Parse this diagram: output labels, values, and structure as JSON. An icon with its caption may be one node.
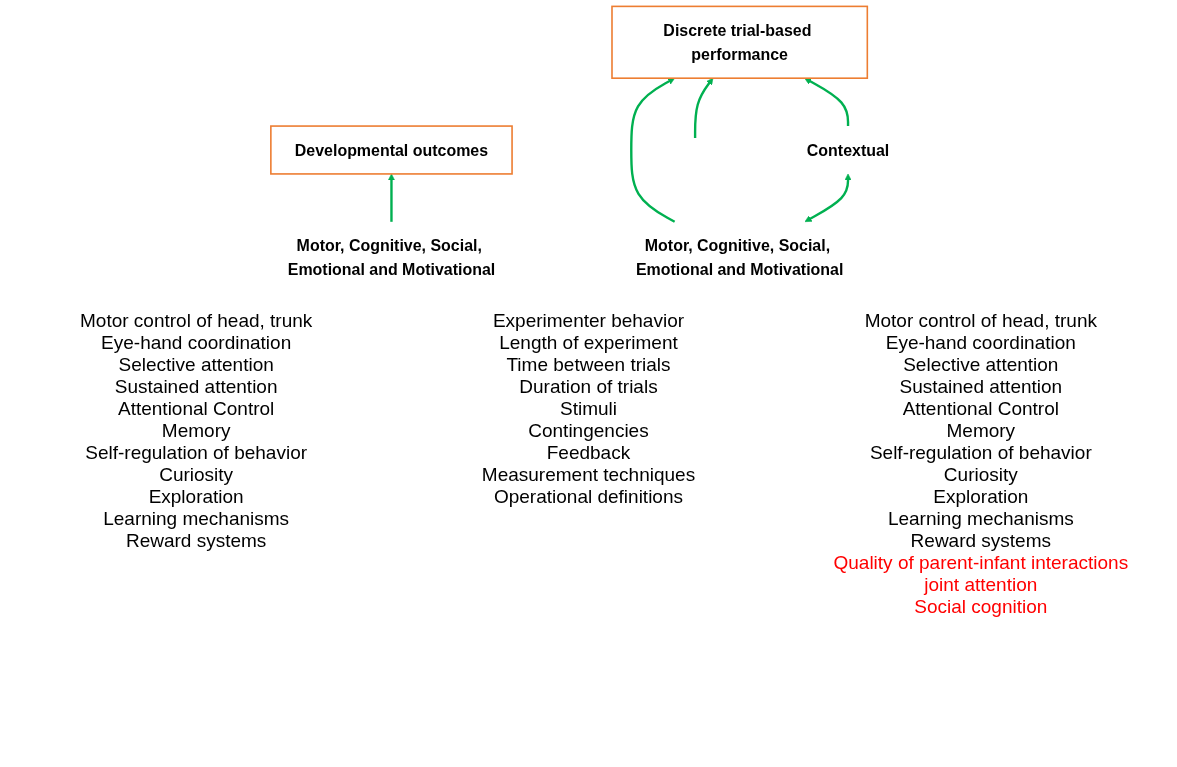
{
  "diagram": {
    "nodes": [
      {
        "text": [
          "Discrete trial-based performance"
        ]
      },
      {
        "text": [
          "Developmental outcomes"
        ]
      },
      {
        "text": [
          "Motor, Cognitive, Social, Emotional and Motivational"
        ]
      },
      {
        "text": [
          "Contextual"
        ]
      },
      {
        "text": [
          "Motor, Cognitive, Social, Emotional and Motivational"
        ]
      }
    ],
    "edges": [
      {
        "from": 2,
        "to": 0,
        "arrow": "to"
      },
      {
        "from": null,
        "to": 0,
        "arrow": "to"
      },
      {
        "from": 3,
        "to": 0,
        "arrow": "to"
      },
      {
        "from": 2,
        "to": 3,
        "arrow": "both"
      },
      {
        "from": 4,
        "to": 1,
        "arrow": "to"
      }
    ],
    "labels": [
      "Motor control of head, trunk",
      "Eye-hand coordination",
      "Selective attention",
      "Sustained attention",
      "Attentional Control",
      "Memory",
      "Self-regulation of behavior",
      "Curiosity",
      "Exploration",
      "Learning mechanisms",
      "Reward systems",
      "Experimenter behavior",
      "Length of experiment",
      "Time between trials",
      "Duration of trials",
      "Stimuli",
      "Contingencies",
      "Feedback",
      "Measurement techniques",
      "Operational definitions",
      "Motor control of head, trunk",
      "Eye-hand coordination",
      "Selective attention",
      "Sustained attention",
      "Attentional Control",
      "Memory",
      "Self-regulation of behavior",
      "Curiosity",
      "Exploration",
      "Learning mechanisms",
      "Reward systems",
      "Quality of parent-infant interactions",
      "joint attention",
      "Social cognition"
    ]
  }
}
